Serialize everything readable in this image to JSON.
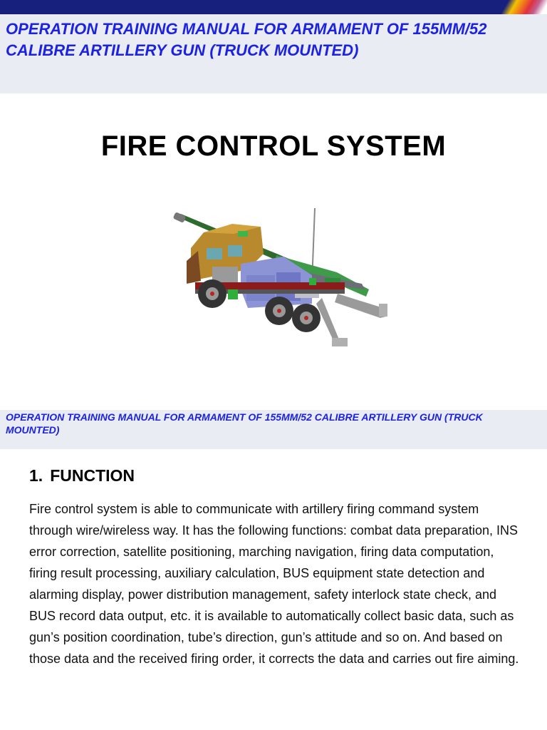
{
  "header": {
    "title": "OPERATION TRAINING MANUAL FOR ARMAMENT OF 155MM/52 CALIBRE ARTILLERY GUN (TRUCK MOUNTED)"
  },
  "slide": {
    "title": "FIRE CONTROL SYSTEM",
    "figure_icon": "truck-mounted-artillery-gun-illustration"
  },
  "subheader": {
    "title": "OPERATION TRAINING MANUAL FOR ARMAMENT OF 155MM/52 CALIBRE ARTILLERY GUN (TRUCK MOUNTED)"
  },
  "section": {
    "number": "1.",
    "heading": "FUNCTION",
    "body": "Fire control system is able to communicate with artillery firing command system through wire/wireless way. It has the following functions: combat data preparation, INS error correction, satellite positioning, marching navigation, firing data computation, firing result processing, auxiliary calculation, BUS equipment state detection and alarming display, power distribution management, safety interlock state check, and BUS record data output, etc. it is available to automatically collect basic data, such as gun’s position coordination, tube’s direction, gun’s attitude and so on. And based on those data and the received firing order, it corrects the data and carries out fire aiming."
  },
  "colors": {
    "header_band": "#eaecf4",
    "top_bar": "#18207e",
    "header_text": "#1b22e0"
  }
}
